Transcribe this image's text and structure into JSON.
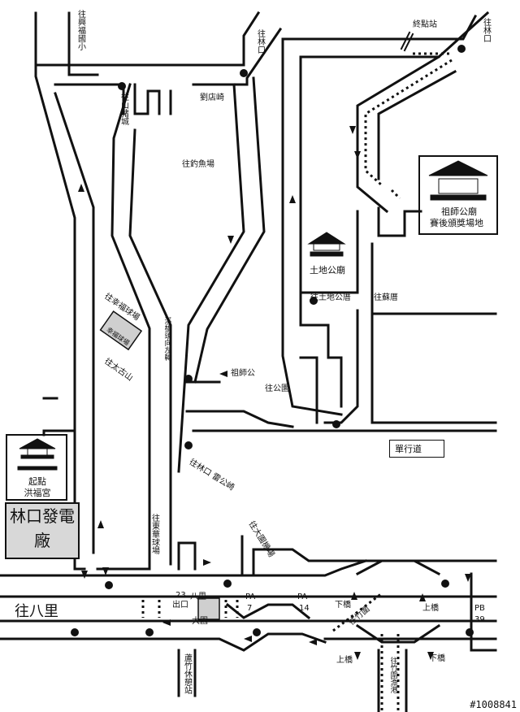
{
  "labels": {
    "xing_fu_guo_xiao": "往興福國小",
    "shan_zhu_cheng": "往山豬城",
    "liu_dian_qi": "劉店崎",
    "lin_kou_top": "往林口",
    "end_point": "終點站",
    "lin_kou_right": "往林口",
    "diao_yu_chang": "往釣魚場",
    "zu_shi_gong_temple": "祖師公廟",
    "award_venue": "賽後頒獎場地",
    "tu_di_gong_temple": "土地公廟",
    "wang_tu_di_gong_cuo": "往土地公厝",
    "wang_su_cuo": "往蘇厝",
    "xing_fu_qiu_chang": "往幸福球場",
    "xing_fu_qiu_chang_sign": "幸福球場",
    "tai_gu_shan": "往太古山",
    "xi_qiao_turn": "溪橋頭向左轉",
    "zu_shi_gong": "祖師公",
    "wang_gong_yuan": "往公園",
    "one_way": "單行道",
    "lin_kou_lei_gong_qi": "往林口 雷公崎",
    "start_point": "起點",
    "hong_fu_gong": "洪福宮",
    "power_plant": "林口發電廠",
    "dong_hua_qiu_chang": "往東華球場",
    "tai_yuan_ji_chang": "往大園機場",
    "wang_ba_li": "往八里",
    "exit_23_a": "23",
    "exit_23_b": "出口",
    "ba_li_da_yuan_a": "八里",
    "ba_li_da_yuan_b": "大園",
    "pa7_a": "PA",
    "pa7_b": "7",
    "pa14_a": "PA",
    "pa14_b": "14",
    "wang_zhu_wei": "往竹圍",
    "xia_qiao_1": "下橋",
    "shang_qiao_1": "上橋",
    "shang_qiao_2": "上橋",
    "xia_qiao_2": "下橋",
    "pb39_a": "PB",
    "pb39_b": "39",
    "lu_zhu_rest": "蘆竹休憩站",
    "zhu_wei_yu_gang": "往竹圍漁港",
    "watermark": "#1008841"
  }
}
